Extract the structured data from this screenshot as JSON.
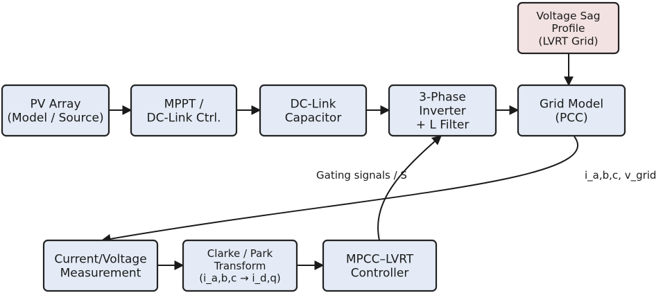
{
  "blocks": [
    {
      "id": "pv",
      "lines": [
        "PV Array",
        "(Model / Source)"
      ]
    },
    {
      "id": "mppt",
      "lines": [
        "MPPT /",
        "DC-Link Ctrl."
      ]
    },
    {
      "id": "dclink",
      "lines": [
        "DC-Link",
        "Capacitor"
      ]
    },
    {
      "id": "inv",
      "lines": [
        "3-Phase",
        "Inverter",
        "+ L Filter"
      ]
    },
    {
      "id": "grid",
      "lines": [
        "Grid Model",
        "(PCC)"
      ]
    },
    {
      "id": "sag",
      "lines": [
        "Voltage Sag",
        "Profile",
        "(LVRT Grid)"
      ]
    },
    {
      "id": "meas",
      "lines": [
        "Current/Voltage",
        "Measurement"
      ]
    },
    {
      "id": "park",
      "lines": [
        "Clarke / Park",
        "Transform",
        "(i_a,b,c → i_d,q)"
      ]
    },
    {
      "id": "mpcc",
      "lines": [
        "MPCC–LVRT",
        "Controller"
      ]
    }
  ],
  "edges": [
    {
      "from": "pv",
      "to": "mppt",
      "label": ""
    },
    {
      "from": "mppt",
      "to": "dclink",
      "label": ""
    },
    {
      "from": "dclink",
      "to": "inv",
      "label": ""
    },
    {
      "from": "inv",
      "to": "grid",
      "label": ""
    },
    {
      "from": "sag",
      "to": "grid",
      "label": ""
    },
    {
      "from": "grid",
      "to": "meas",
      "label": "i_a,b,c, v_grid"
    },
    {
      "from": "meas",
      "to": "park",
      "label": ""
    },
    {
      "from": "park",
      "to": "mpcc",
      "label": ""
    },
    {
      "from": "mpcc",
      "to": "inv",
      "label": "Gating signals / S"
    }
  ]
}
